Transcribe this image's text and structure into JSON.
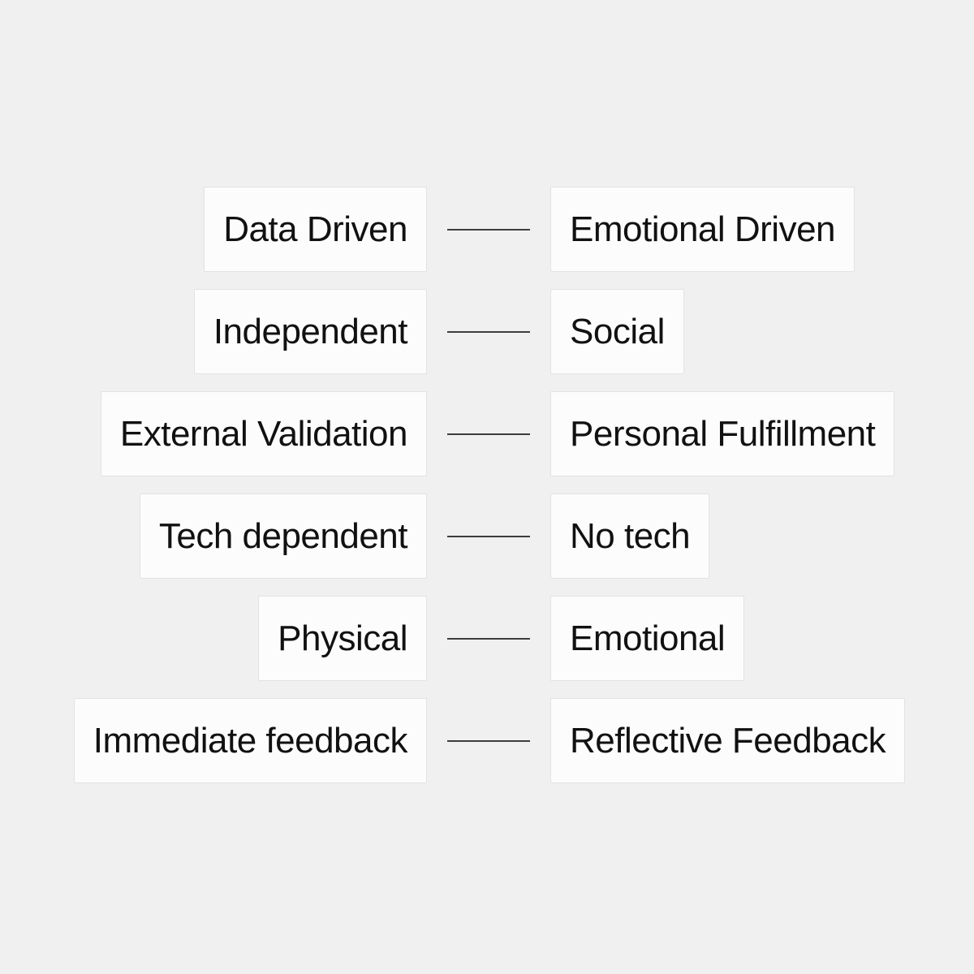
{
  "diagram": {
    "type": "paired-comparison",
    "rows": [
      {
        "left": "Data Driven",
        "right": "Emotional Driven"
      },
      {
        "left": "Independent",
        "right": "Social"
      },
      {
        "left": "External Validation",
        "right": "Personal Fulfillment"
      },
      {
        "left": "Tech dependent",
        "right": "No tech"
      },
      {
        "left": "Physical",
        "right": "Emotional"
      },
      {
        "left": "Immediate feedback",
        "right": "Reflective Feedback"
      }
    ]
  },
  "colors": {
    "canvas-bg": "#f0f0f0",
    "box-bg": "#fcfcfc",
    "box-border": "#e2e2e2",
    "text": "#111111",
    "connector": "#3d3d3d"
  }
}
